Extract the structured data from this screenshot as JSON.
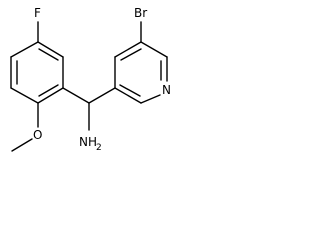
{
  "molecule": {
    "atoms": {
      "fluorine": "F",
      "bromine": "Br",
      "nitrogen": "N",
      "oxygen": "O",
      "amine_main": "NH",
      "amine_sub": "2"
    }
  }
}
